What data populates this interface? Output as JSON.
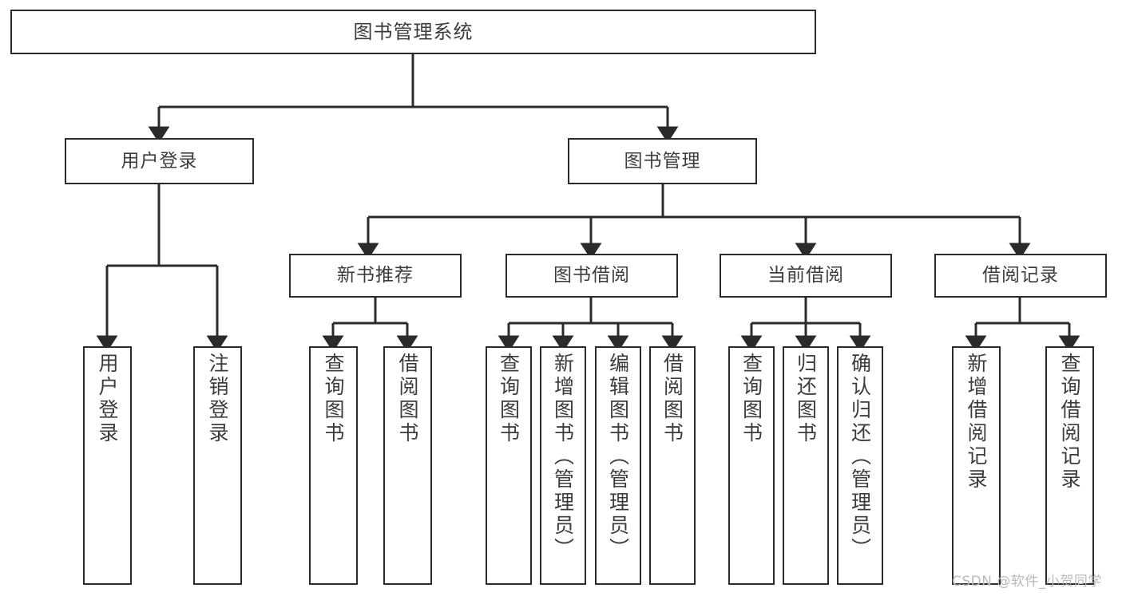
{
  "diagram": {
    "type": "tree-hierarchy-chart",
    "title": "图书管理系统",
    "style": {
      "box_border_color": "#2b2b2b",
      "box_fill_color": "#ffffff",
      "text_color": "#3c3c3c",
      "edge_color": "#2b2b2b",
      "background_color": "#ffffff",
      "watermark_color": "#b9b9b9"
    },
    "root": {
      "label": "图书管理系统"
    },
    "level1": [
      {
        "key": "user_login",
        "label": "用户登录"
      },
      {
        "key": "book_manage",
        "label": "图书管理"
      }
    ],
    "level2": [
      {
        "key": "new_book_rec",
        "label": "新书推荐",
        "parent": "book_manage"
      },
      {
        "key": "book_borrow",
        "label": "图书借阅",
        "parent": "book_manage"
      },
      {
        "key": "current_borrow",
        "label": "当前借阅",
        "parent": "book_manage"
      },
      {
        "key": "borrow_record",
        "label": "借阅记录",
        "parent": "book_manage"
      }
    ],
    "leaves": [
      {
        "key": "leaf_user_login",
        "label": "用户登录",
        "parent": "user_login"
      },
      {
        "key": "leaf_user_logout",
        "label": "注销登录",
        "parent": "user_login"
      },
      {
        "key": "leaf_rec_query",
        "label": "查询图书",
        "parent": "new_book_rec"
      },
      {
        "key": "leaf_rec_borrow",
        "label": "借阅图书",
        "parent": "new_book_rec"
      },
      {
        "key": "leaf_borrow_query",
        "label": "查询图书",
        "parent": "book_borrow"
      },
      {
        "key": "leaf_borrow_add",
        "label": "新增图书（管理员）",
        "parent": "book_borrow"
      },
      {
        "key": "leaf_borrow_edit",
        "label": "编辑图书（管理员）",
        "parent": "book_borrow"
      },
      {
        "key": "leaf_borrow_lend",
        "label": "借阅图书",
        "parent": "book_borrow"
      },
      {
        "key": "leaf_cur_query",
        "label": "查询图书",
        "parent": "current_borrow"
      },
      {
        "key": "leaf_cur_return",
        "label": "归还图书",
        "parent": "current_borrow"
      },
      {
        "key": "leaf_cur_confirm",
        "label": "确认归还（管理员）",
        "parent": "current_borrow"
      },
      {
        "key": "leaf_rec_add",
        "label": "新增借阅记录",
        "parent": "borrow_record"
      },
      {
        "key": "leaf_rec_search",
        "label": "查询借阅记录",
        "parent": "borrow_record"
      }
    ],
    "watermark": "CSDN @软件_小贺同学"
  }
}
